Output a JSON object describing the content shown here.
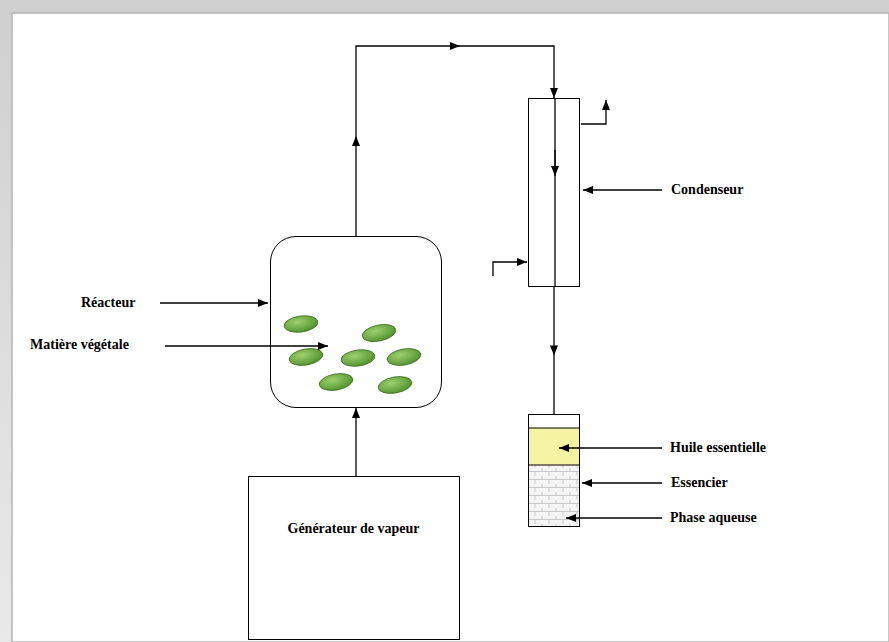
{
  "diagram": {
    "nodes": [
      {
        "text": [
          "Réacteur"
        ]
      },
      {
        "text": [
          "Générateur de vapeur"
        ]
      },
      {
        "text": [
          "Condenseur"
        ]
      },
      {
        "text": [
          "Essencier"
        ]
      }
    ],
    "edges": [
      {
        "from": 1,
        "to": 0,
        "arrow": "to"
      },
      {
        "from": 0,
        "to": 2,
        "arrow": "to"
      },
      {
        "from": 2,
        "to": 3,
        "arrow": "to"
      }
    ],
    "labels": [
      "Matière végétale",
      "Huile essentielle",
      "Phase aqueuse"
    ]
  }
}
